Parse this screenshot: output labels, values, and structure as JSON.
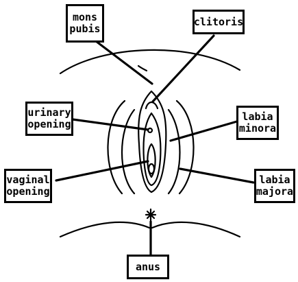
{
  "labels": {
    "mons_pubis": {
      "line1": "mons",
      "line2": "pubis"
    },
    "clitoris": {
      "line1": "clitoris"
    },
    "urinary_opening": {
      "line1": "urinary",
      "line2": "opening"
    },
    "labia_minora": {
      "line1": "labia",
      "line2": "minora"
    },
    "vaginal_opening": {
      "line1": "vaginal",
      "line2": "opening"
    },
    "labia_majora": {
      "line1": "labia",
      "line2": "majora"
    },
    "anus": {
      "line1": "anus"
    }
  }
}
